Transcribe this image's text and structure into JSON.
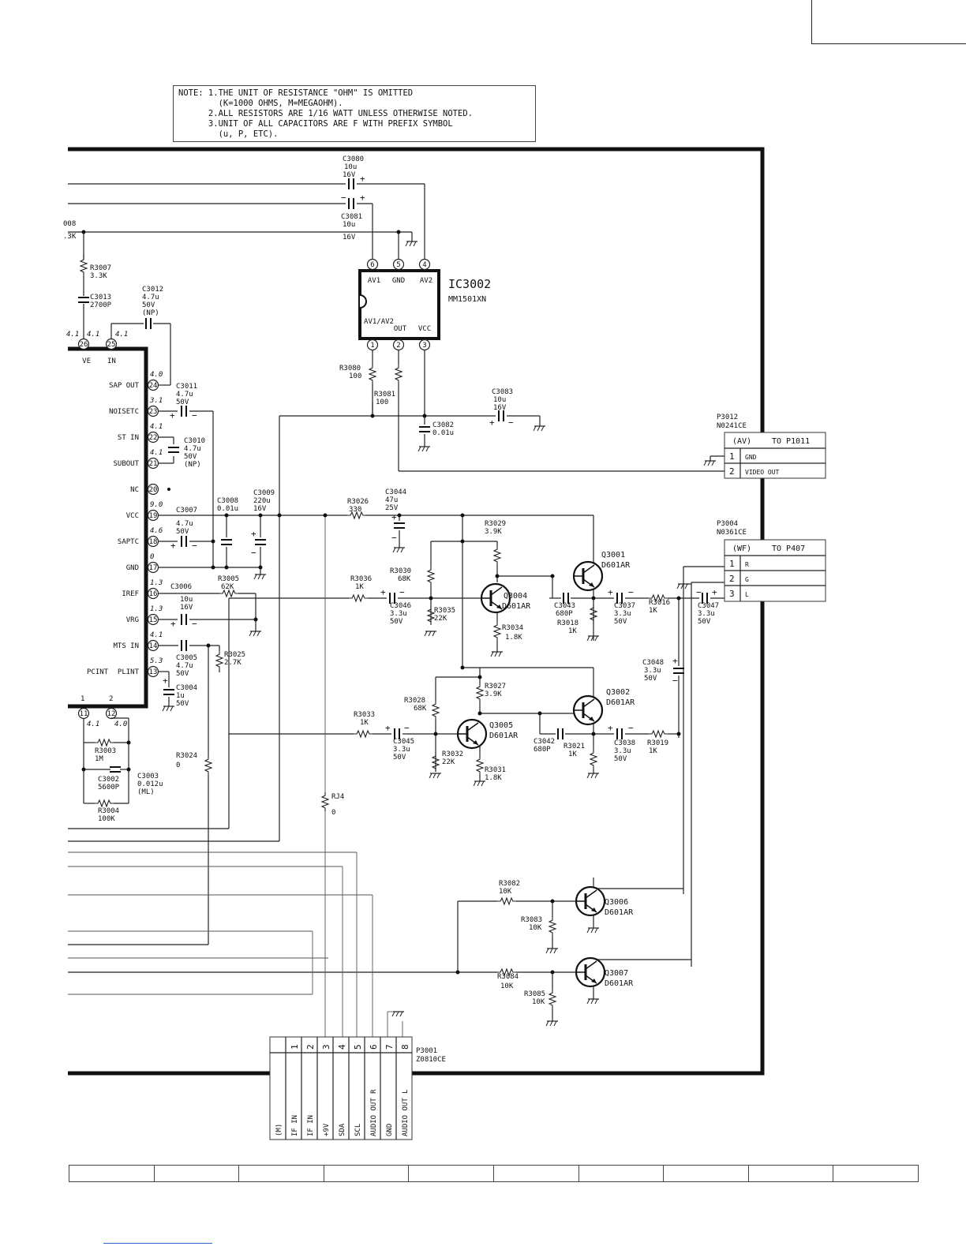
{
  "note": {
    "lines": [
      "NOTE: 1.THE UNIT OF RESISTANCE \"OHM\" IS OMITTED",
      "        (K=1000 OHMS, M=MEGAOHM).",
      "      2.ALL RESISTORS ARE 1/16 WATT UNLESS OTHERWISE NOTED.",
      "      3.UNIT OF ALL CAPACITORS ARE F WITH PREFIX SYMBOL",
      "        (u, P, ETC)."
    ]
  },
  "ic3002": {
    "ref": "IC3002",
    "part": "MM1501XN",
    "pins_top": [
      "AV1",
      "GND",
      "AV2"
    ],
    "pins_bottom": [
      "AV1/AV2",
      "OUT",
      "VCC"
    ],
    "pin_nums_top": [
      "6",
      "5",
      "4"
    ],
    "pin_nums_bottom": [
      "1",
      "2",
      "3"
    ]
  },
  "main_ic_pins": [
    {
      "num": "26",
      "label": "VE",
      "volt": "4.1"
    },
    {
      "num": "25",
      "label": "IN",
      "volt": "4.1"
    },
    {
      "num": "24",
      "label": "SAP OUT",
      "volt": "4.0"
    },
    {
      "num": "23",
      "label": "NOISETC",
      "volt": "3.1"
    },
    {
      "num": "22",
      "label": "ST IN",
      "volt": "4.1"
    },
    {
      "num": "21",
      "label": "SUBOUT",
      "volt": "4.1"
    },
    {
      "num": "20",
      "label": "NC",
      "volt": ""
    },
    {
      "num": "19",
      "label": "VCC",
      "volt": "9.0"
    },
    {
      "num": "18",
      "label": "SAPTC",
      "volt": "4.6"
    },
    {
      "num": "17",
      "label": "GND",
      "volt": "0"
    },
    {
      "num": "16",
      "label": "IREF",
      "volt": "1.3"
    },
    {
      "num": "15",
      "label": "VRG",
      "volt": "1.3"
    },
    {
      "num": "14",
      "label": "MTS IN",
      "volt": "4.1"
    },
    {
      "num": "13",
      "label": "PLINT",
      "volt": "5.3"
    },
    {
      "num": "11",
      "label": "1",
      "volt": "4.1"
    },
    {
      "num": "12",
      "label": "2",
      "volt": "4.0"
    }
  ],
  "pcint_label": "PCINT",
  "parts": {
    "c3080": [
      "C3080",
      "10u",
      "16V"
    ],
    "c3081": [
      "C3081",
      "10u",
      "16V"
    ],
    "r3007": [
      "R3007",
      "3.3K"
    ],
    "c3013": [
      "C3013",
      "2700P"
    ],
    "c3012": [
      "C3012",
      "4.7u",
      "50V",
      "(NP)"
    ],
    "c3011": [
      "C3011",
      "4.7u",
      "50V"
    ],
    "c3010": [
      "C3010",
      "4.7u",
      "50V",
      "(NP)"
    ],
    "r3080": [
      "R3080",
      "100"
    ],
    "r3081": [
      "R3081",
      "100"
    ],
    "c3082": [
      "C3082",
      "0.01u"
    ],
    "c3083": [
      "C3083",
      "10u",
      "16V"
    ],
    "c3008": [
      "C3008",
      "0.01u"
    ],
    "c3009": [
      "C3009",
      "220u",
      "16V"
    ],
    "c3007": [
      "C3007",
      "4.7u",
      "50V"
    ],
    "r3005": [
      "R3005",
      "62K"
    ],
    "c3006": [
      "C3006",
      "10u",
      "16V"
    ],
    "c3005": [
      "C3005",
      "4.7u",
      "50V"
    ],
    "r3025": [
      "R3025",
      "2.7K"
    ],
    "c3004": [
      "C3004",
      "1u",
      "50V"
    ],
    "r3003": [
      "R3003",
      "1M"
    ],
    "c3002": [
      "C3002",
      "5600P"
    ],
    "c3003": [
      "C3003",
      "0.012u",
      "(ML)"
    ],
    "r3004": [
      "R3004",
      "100K"
    ],
    "r3024": [
      "R3024",
      "0"
    ],
    "rj4": [
      "RJ4",
      "0"
    ],
    "r3026": [
      "R3026",
      "330"
    ],
    "c3044": [
      "C3044",
      "47u",
      "25V"
    ],
    "r3029": [
      "R3029",
      "3.9K"
    ],
    "r3030": [
      "R3030",
      "68K"
    ],
    "r3036": [
      "R3036",
      "1K"
    ],
    "c3046": [
      "C3046",
      "3.3u",
      "50V"
    ],
    "r3035": [
      "R3035",
      "22K"
    ],
    "q3004": [
      "Q3004",
      "D601AR"
    ],
    "r3034": [
      "R3034",
      "1.8K"
    ],
    "c3043": [
      "C3043",
      "680P"
    ],
    "r3018": [
      "R3018",
      "1K"
    ],
    "q3001": [
      "Q3001",
      "D601AR"
    ],
    "c3037": [
      "C3037",
      "3.3u",
      "50V"
    ],
    "r3016": [
      "R3016",
      "1K"
    ],
    "c3047": [
      "C3047",
      "3.3u",
      "50V"
    ],
    "c3048": [
      "C3048",
      "3.3u",
      "50V"
    ],
    "r3027": [
      "R3027",
      "3.9K"
    ],
    "r3028": [
      "R3028",
      "68K"
    ],
    "r3033": [
      "R3033",
      "1K"
    ],
    "c3045": [
      "C3045",
      "3.3u",
      "50V"
    ],
    "q3005": [
      "Q3005",
      "D601AR"
    ],
    "r3032": [
      "R3032",
      "22K"
    ],
    "r3031": [
      "R3031",
      "1.8K"
    ],
    "c3042": [
      "C3042",
      "680P"
    ],
    "r3021": [
      "R3021",
      "1K"
    ],
    "q3002": [
      "Q3002",
      "D601AR"
    ],
    "c3038": [
      "C3038",
      "3.3u",
      "50V"
    ],
    "r3019": [
      "R3019",
      "1K"
    ],
    "r3082": [
      "R3082",
      "10K"
    ],
    "r3083": [
      "R3083",
      "10K"
    ],
    "q3006": [
      "Q3006",
      "D601AR"
    ],
    "r3084": [
      "R3084",
      "10K"
    ],
    "r3085": [
      "R3085",
      "10K"
    ],
    "q3007": [
      "Q3007",
      "D601AR"
    ]
  },
  "partial_labels": [
    "008",
    ".3K",
    "4.1"
  ],
  "p3012": {
    "ref": "P3012",
    "part": "N0241CE",
    "header": "(AV)",
    "to": "TO P1011",
    "rows": [
      {
        "num": "1",
        "name": "GND"
      },
      {
        "num": "2",
        "name": "VIDEO OUT"
      }
    ]
  },
  "p3004": {
    "ref": "P3004",
    "part": "N0361CE",
    "header": "(WF)",
    "to": "TO P407",
    "rows": [
      {
        "num": "1",
        "name": "R"
      },
      {
        "num": "2",
        "name": "G"
      },
      {
        "num": "3",
        "name": "L"
      }
    ]
  },
  "p3001": {
    "ref": "P3001",
    "part": "Z0810CE",
    "header": "(M)",
    "pins": [
      {
        "num": "1",
        "name": "IF IN"
      },
      {
        "num": "2",
        "name": "IF IN"
      },
      {
        "num": "3",
        "name": "+9V"
      },
      {
        "num": "4",
        "name": "SDA"
      },
      {
        "num": "5",
        "name": "SCL"
      },
      {
        "num": "6",
        "name": "AUDIO OUT R"
      },
      {
        "num": "7",
        "name": "GND"
      },
      {
        "num": "8",
        "name": "AUDIO OUT L"
      }
    ]
  }
}
